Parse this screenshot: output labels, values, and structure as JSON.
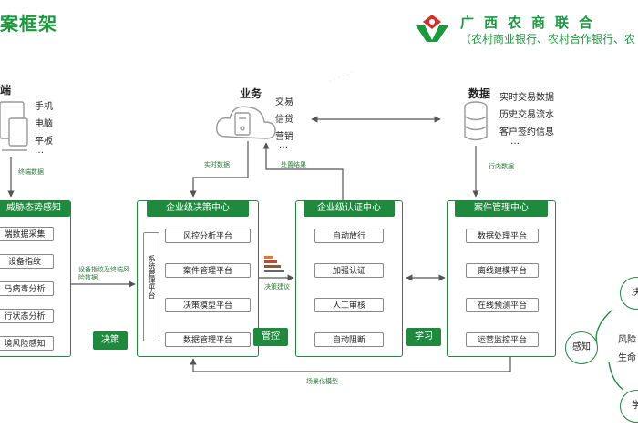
{
  "header": {
    "title": "案框架",
    "bank_name": "广西农商联合",
    "bank_sub": "（农村商业银行、农村合作银行、农"
  },
  "terminal": {
    "heading": "端",
    "items": [
      "手机",
      "电脑",
      "平板",
      "…"
    ],
    "edge_label": "终端数据"
  },
  "business": {
    "heading": "业务",
    "items": [
      "交易",
      "信贷",
      "营销",
      "…"
    ]
  },
  "data_source": {
    "heading": "数据",
    "items": [
      "实时交易数据",
      "历史交易流水",
      "客户签约信息",
      "…"
    ],
    "edge_label": "行内数据"
  },
  "edges": {
    "realtime_data": "实时数据",
    "handle_result": "处置结果",
    "device_risk": "设备指纹及终端风险数据",
    "decision_suggest": "决策建议",
    "scenario_model": "场景化模型"
  },
  "threat": {
    "title": "威胁态势感知",
    "items": [
      "端数据采集",
      "设备指纹",
      "马病毒分析",
      "行状态分析",
      "境风险感知"
    ]
  },
  "decision": {
    "title": "企业级决策中心",
    "side_label": "系统管理平台",
    "items": [
      "风控分析平台",
      "案件管理平台",
      "决策模型平台",
      "数据管理平台"
    ],
    "badge": "决策"
  },
  "auth": {
    "title": "企业级认证中心",
    "items": [
      "自动放行",
      "加强认证",
      "人工审核",
      "自动阻断"
    ],
    "badge": "管控"
  },
  "case": {
    "title": "案件管理中心",
    "items": [
      "数据处理平台",
      "离线建模平台",
      "在线预测平台",
      "运营监控平台"
    ],
    "badge": "学习"
  },
  "cycle": {
    "perceive": "感知",
    "decide": "决",
    "learn": "学",
    "note_1": "风险",
    "note_2": "生命"
  },
  "colors": {
    "brand": "#1f8a3e",
    "text": "#222222"
  }
}
